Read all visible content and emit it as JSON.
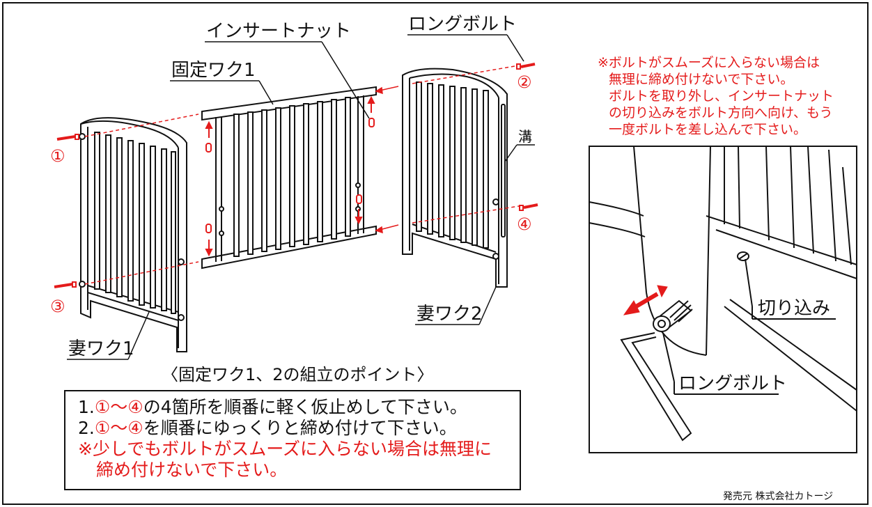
{
  "labels": {
    "insert_nut": "インサートナット",
    "long_bolt_top": "ロングボルト",
    "fixed_frame_1": "固定ワク1",
    "groove": "溝",
    "end_frame_1": "妻ワク1",
    "end_frame_2": "妻ワク2",
    "notch": "切り込み",
    "long_bolt_detail": "ロングボルト"
  },
  "markers": {
    "m1": "①",
    "m2": "②",
    "m3": "③",
    "m4": "④"
  },
  "note": {
    "lines": [
      "※ボルトがスムーズに入らない場合は",
      "無理に締め付けないで下さい。",
      "ボルトを取り外し、インサートナット",
      "の切り込みをボルト方向へ向け、もう",
      "一度ボルトを差し込んで下さい。"
    ]
  },
  "caption": "〈固定ワク1、2の組立のポイント〉",
  "steps": {
    "s1_num": "1.",
    "s1_range": "①～④",
    "s1_text": "の4箇所を順番に軽く仮止めして下さい。",
    "s2_num": "2.",
    "s2_range": "①～④",
    "s2_text": "を順番にゆっくりと締め付けて下さい。",
    "warn1": "※少しでもボルトがスムーズに入らない場合は無理に",
    "warn2": "締め付けないで下さい。"
  },
  "publisher": "発売元 株式会社カトージ",
  "colors": {
    "accent_red": "#e41b1b",
    "line": "#111111"
  }
}
